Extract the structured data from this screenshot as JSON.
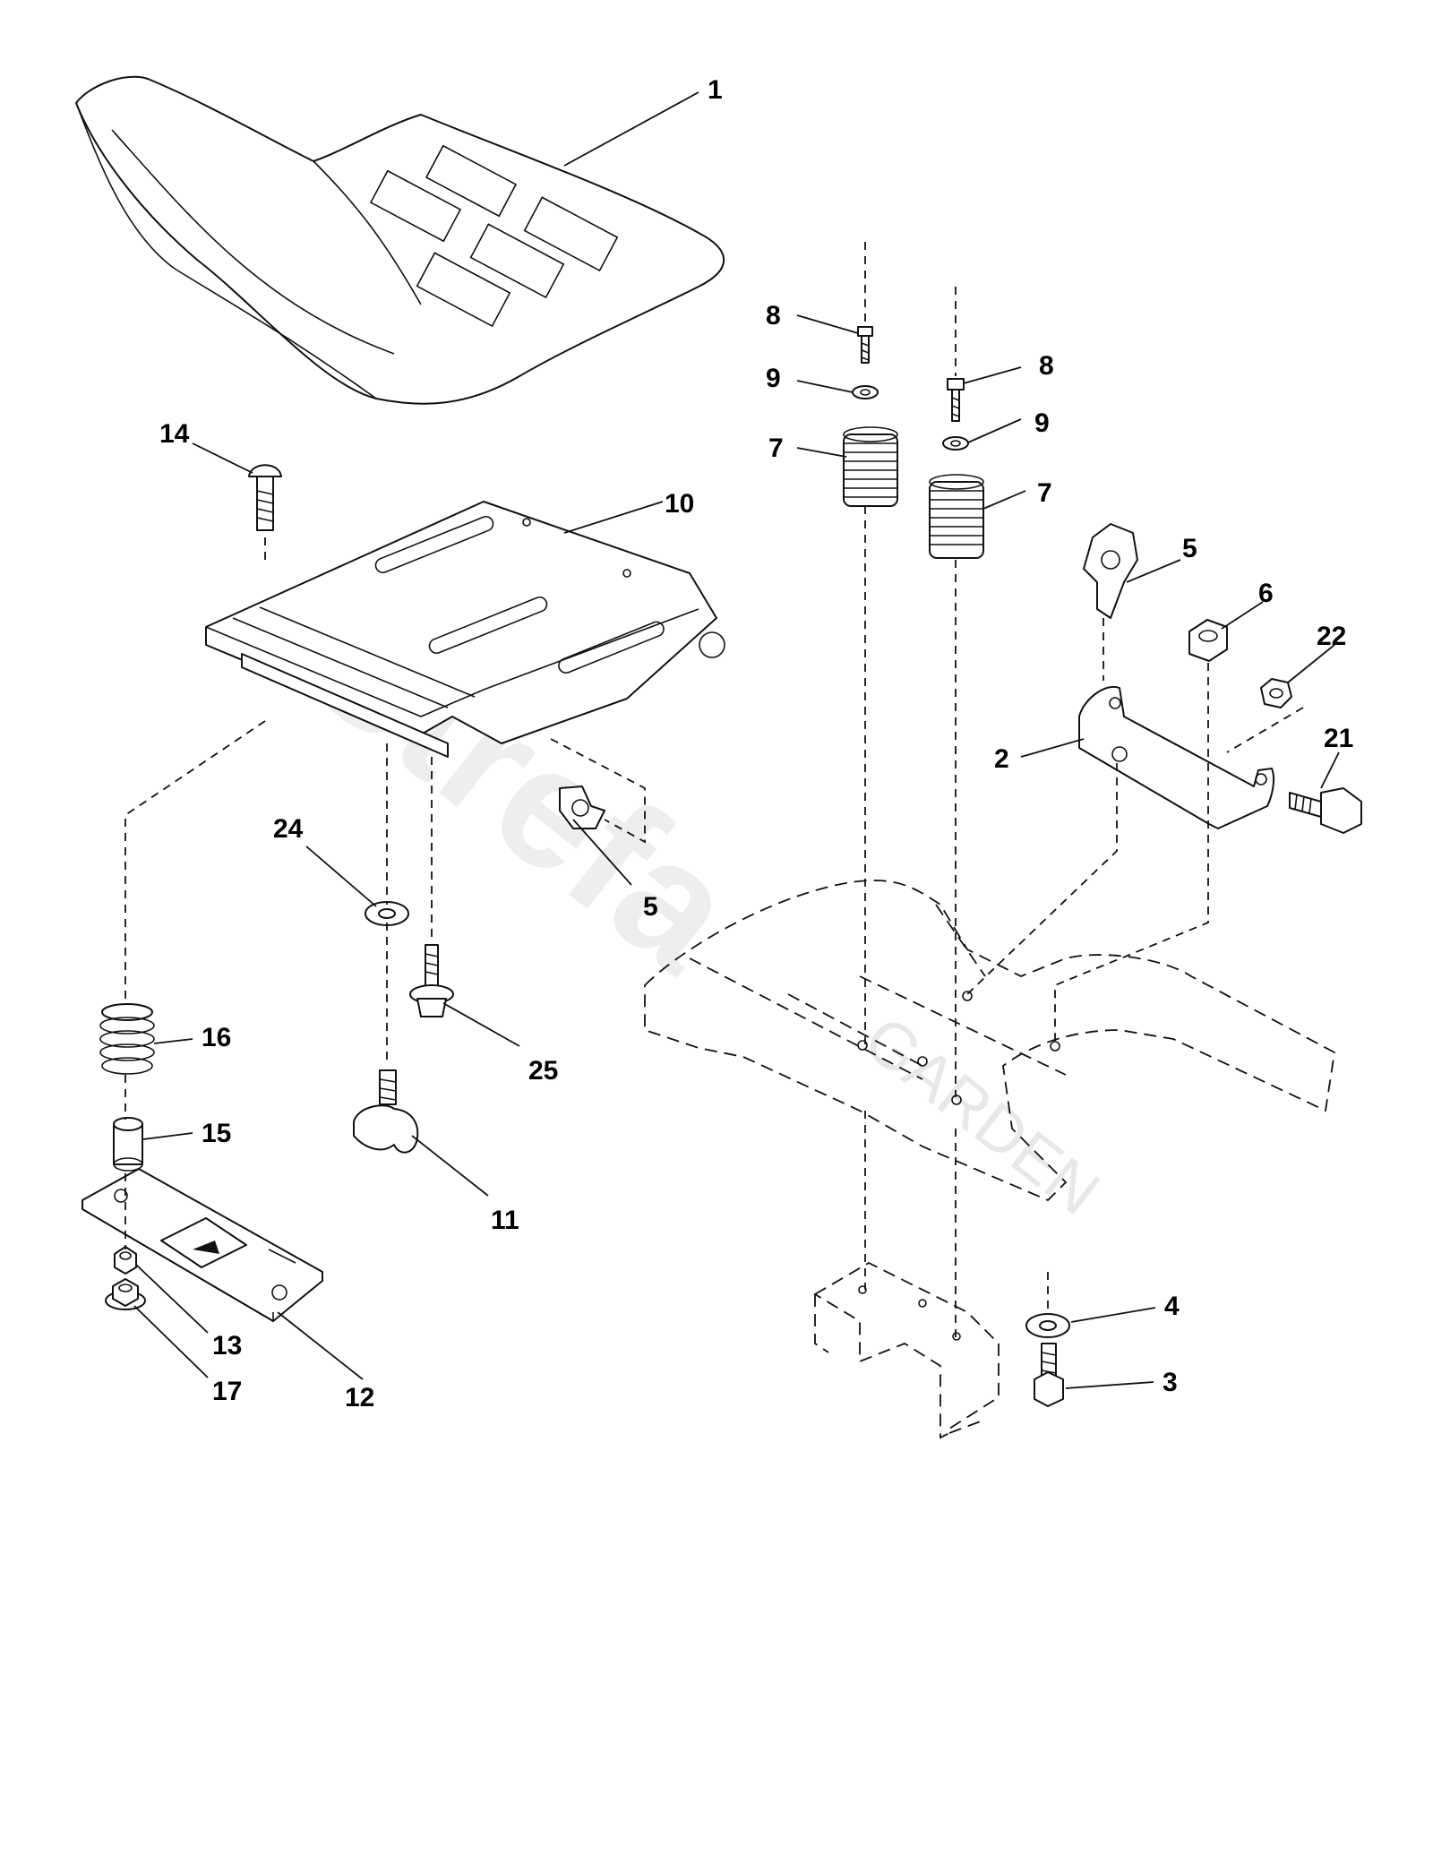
{
  "watermark": {
    "brand": "Strefa",
    "sub": "GARDEN"
  },
  "callouts": {
    "c1": "1",
    "c2": "2",
    "c3": "3",
    "c4": "4",
    "c5a": "5",
    "c5b": "5",
    "c6": "6",
    "c7a": "7",
    "c7b": "7",
    "c8a": "8",
    "c8b": "8",
    "c9a": "9",
    "c9b": "9",
    "c10": "10",
    "c11": "11",
    "c12": "12",
    "c13": "13",
    "c14": "14",
    "c15": "15",
    "c16": "16",
    "c17": "17",
    "c21": "21",
    "c22": "22",
    "c24": "24",
    "c25": "25"
  }
}
